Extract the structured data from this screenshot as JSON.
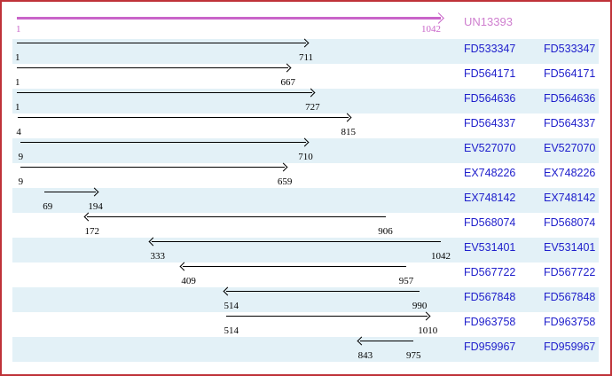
{
  "reference": {
    "name": "UN13393",
    "start_label": "1",
    "end_label": "1042",
    "start": 1,
    "end": 1042
  },
  "alignments": [
    {
      "accession": "FD533347",
      "start": 1,
      "end": 711,
      "direction": "right"
    },
    {
      "accession": "FD564171",
      "start": 1,
      "end": 667,
      "direction": "right"
    },
    {
      "accession": "FD564636",
      "start": 1,
      "end": 727,
      "direction": "right"
    },
    {
      "accession": "FD564337",
      "start": 4,
      "end": 815,
      "direction": "right"
    },
    {
      "accession": "EV527070",
      "start": 9,
      "end": 710,
      "direction": "right"
    },
    {
      "accession": "EX748226",
      "start": 9,
      "end": 659,
      "direction": "right"
    },
    {
      "accession": "EX748142",
      "start": 69,
      "end": 194,
      "direction": "right"
    },
    {
      "accession": "FD568074",
      "start": 172,
      "end": 906,
      "direction": "left"
    },
    {
      "accession": "EV531401",
      "start": 333,
      "end": 1042,
      "direction": "left"
    },
    {
      "accession": "FD567722",
      "start": 409,
      "end": 957,
      "direction": "left"
    },
    {
      "accession": "FD567848",
      "start": 514,
      "end": 990,
      "direction": "left"
    },
    {
      "accession": "FD963758",
      "start": 514,
      "end": 1010,
      "direction": "right"
    },
    {
      "accession": "FD959967",
      "start": 843,
      "end": 975,
      "direction": "left"
    }
  ],
  "colors": {
    "border": "#bf3238",
    "stripe": "#e3f1f7",
    "link": "#2020cc",
    "reference_arrow": "#c964c9",
    "reference_text": "#cf7fcf",
    "alignment_arrow": "#000000"
  }
}
